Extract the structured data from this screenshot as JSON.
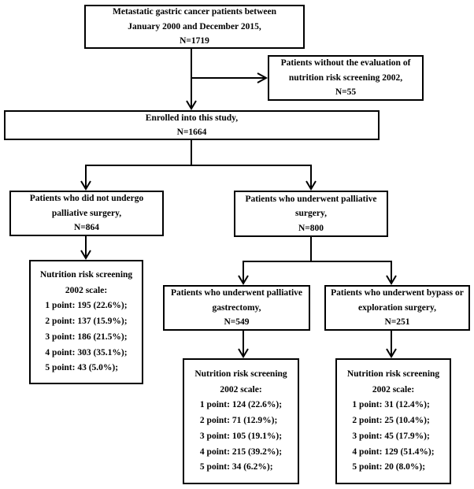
{
  "figure": {
    "type": "patient-flow-diagram",
    "colors": {
      "line": "#000000",
      "text": "#000000",
      "background": "#ffffff"
    }
  },
  "boxes": {
    "total": {
      "lines": [
        "Metastatic gastric cancer patients between",
        "January 2000 and December 2015,",
        "N=1719"
      ]
    },
    "excluded": {
      "lines": [
        "Patients without the evaluation of",
        "nutrition risk screening 2002,",
        "N=55"
      ]
    },
    "enrolled": {
      "lines": [
        "Enrolled into this study,",
        "N=1664"
      ]
    },
    "no_surgery": {
      "lines": [
        "Patients who did not undergo",
        "palliative surgery,",
        "N=864"
      ]
    },
    "surgery": {
      "lines": [
        "Patients who underwent palliative",
        "surgery,",
        "N=800"
      ]
    },
    "gastrectomy": {
      "lines": [
        "Patients who underwent palliative",
        "gastrectomy,",
        "N=549"
      ]
    },
    "bypass": {
      "lines": [
        "Patients who underwent bypass or",
        "exploration surgery,",
        "N=251"
      ]
    },
    "nrs_no_surgery": {
      "header": [
        "Nutrition risk screening",
        "2002 scale:"
      ],
      "points": [
        "1 point: 195 (22.6%);",
        "2 point: 137 (15.9%);",
        "3 point: 186 (21.5%);",
        "4 point: 303 (35.1%);",
        "5 point: 43 (5.0%);"
      ]
    },
    "nrs_gastrectomy": {
      "header": [
        "Nutrition risk screening",
        "2002 scale:"
      ],
      "points": [
        "1 point: 124 (22.6%);",
        "2 point: 71 (12.9%);",
        "3 point: 105 (19.1%);",
        "4 point: 215 (39.2%);",
        "5 point: 34 (6.2%);"
      ]
    },
    "nrs_bypass": {
      "header": [
        "Nutrition risk screening",
        "2002 scale:"
      ],
      "points": [
        "1 point: 31 (12.4%);",
        "2 point: 25 (10.4%);",
        "3 point: 45 (17.9%);",
        "4 point: 129 (51.4%);",
        "5 point: 20 (8.0%);"
      ]
    }
  }
}
